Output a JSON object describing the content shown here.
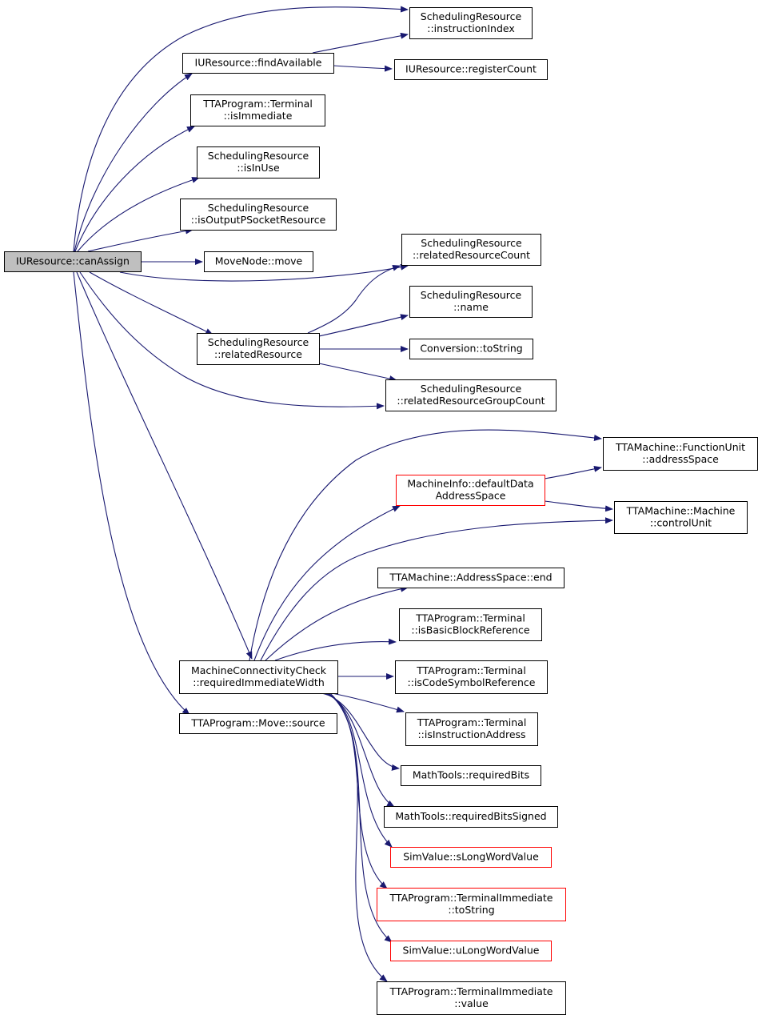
{
  "colors": {
    "edge": "#191970",
    "node_border": "#000000",
    "node_border_truncated": "#ff0000",
    "root_fill": "#bfbfbf",
    "node_fill": "#ffffff"
  },
  "nodes": [
    {
      "id": "can_assign",
      "lines": [
        "IUResource::canAssign"
      ],
      "style": "root"
    },
    {
      "id": "instruction_index",
      "lines": [
        "SchedulingResource",
        "::instructionIndex"
      ],
      "style": "normal"
    },
    {
      "id": "find_available",
      "lines": [
        "IUResource::findAvailable"
      ],
      "style": "normal"
    },
    {
      "id": "register_count",
      "lines": [
        "IUResource::registerCount"
      ],
      "style": "normal"
    },
    {
      "id": "is_immediate",
      "lines": [
        "TTAProgram::Terminal",
        "::isImmediate"
      ],
      "style": "normal"
    },
    {
      "id": "is_in_use",
      "lines": [
        "SchedulingResource",
        "::isInUse"
      ],
      "style": "normal"
    },
    {
      "id": "is_output_psocket",
      "lines": [
        "SchedulingResource",
        "::isOutputPSocketResource"
      ],
      "style": "normal"
    },
    {
      "id": "move_node_move",
      "lines": [
        "MoveNode::move"
      ],
      "style": "normal"
    },
    {
      "id": "related_resource_count",
      "lines": [
        "SchedulingResource",
        "::relatedResourceCount"
      ],
      "style": "normal"
    },
    {
      "id": "sr_name",
      "lines": [
        "SchedulingResource",
        "::name"
      ],
      "style": "normal"
    },
    {
      "id": "related_resource",
      "lines": [
        "SchedulingResource",
        "::relatedResource"
      ],
      "style": "normal"
    },
    {
      "id": "conversion_to_string",
      "lines": [
        "Conversion::toString"
      ],
      "style": "normal"
    },
    {
      "id": "related_resource_group_count",
      "lines": [
        "SchedulingResource",
        "::relatedResourceGroupCount"
      ],
      "style": "normal"
    },
    {
      "id": "fu_address_space",
      "lines": [
        "TTAMachine::FunctionUnit",
        "::addressSpace"
      ],
      "style": "normal"
    },
    {
      "id": "default_data_address_space",
      "lines": [
        "MachineInfo::defaultData",
        "AddressSpace"
      ],
      "style": "truncated"
    },
    {
      "id": "control_unit",
      "lines": [
        "TTAMachine::Machine",
        "::controlUnit"
      ],
      "style": "normal"
    },
    {
      "id": "address_space_end",
      "lines": [
        "TTAMachine::AddressSpace::end"
      ],
      "style": "normal"
    },
    {
      "id": "is_basic_block_reference",
      "lines": [
        "TTAProgram::Terminal",
        "::isBasicBlockReference"
      ],
      "style": "normal"
    },
    {
      "id": "required_immediate_width",
      "lines": [
        "MachineConnectivityCheck",
        "::requiredImmediateWidth"
      ],
      "style": "normal"
    },
    {
      "id": "is_code_symbol_reference",
      "lines": [
        "TTAProgram::Terminal",
        "::isCodeSymbolReference"
      ],
      "style": "normal"
    },
    {
      "id": "move_source",
      "lines": [
        "TTAProgram::Move::source"
      ],
      "style": "normal"
    },
    {
      "id": "is_instruction_address",
      "lines": [
        "TTAProgram::Terminal",
        "::isInstructionAddress"
      ],
      "style": "normal"
    },
    {
      "id": "required_bits",
      "lines": [
        "MathTools::requiredBits"
      ],
      "style": "normal"
    },
    {
      "id": "required_bits_signed",
      "lines": [
        "MathTools::requiredBitsSigned"
      ],
      "style": "normal"
    },
    {
      "id": "s_long_word_value",
      "lines": [
        "SimValue::sLongWordValue"
      ],
      "style": "truncated"
    },
    {
      "id": "ti_to_string",
      "lines": [
        "TTAProgram::TerminalImmediate",
        "::toString"
      ],
      "style": "truncated"
    },
    {
      "id": "u_long_word_value",
      "lines": [
        "SimValue::uLongWordValue"
      ],
      "style": "truncated"
    },
    {
      "id": "ti_value",
      "lines": [
        "TTAProgram::TerminalImmediate",
        "::value"
      ],
      "style": "normal"
    }
  ],
  "edges": [
    {
      "from": "can_assign",
      "to": "instruction_index"
    },
    {
      "from": "can_assign",
      "to": "find_available"
    },
    {
      "from": "can_assign",
      "to": "is_immediate"
    },
    {
      "from": "can_assign",
      "to": "is_in_use"
    },
    {
      "from": "can_assign",
      "to": "is_output_psocket"
    },
    {
      "from": "can_assign",
      "to": "move_node_move"
    },
    {
      "from": "can_assign",
      "to": "related_resource_count"
    },
    {
      "from": "can_assign",
      "to": "related_resource"
    },
    {
      "from": "can_assign",
      "to": "related_resource_group_count"
    },
    {
      "from": "can_assign",
      "to": "required_immediate_width"
    },
    {
      "from": "can_assign",
      "to": "move_source"
    },
    {
      "from": "find_available",
      "to": "instruction_index"
    },
    {
      "from": "find_available",
      "to": "register_count"
    },
    {
      "from": "related_resource",
      "to": "related_resource_count"
    },
    {
      "from": "related_resource",
      "to": "sr_name"
    },
    {
      "from": "related_resource",
      "to": "conversion_to_string"
    },
    {
      "from": "related_resource",
      "to": "related_resource_group_count"
    },
    {
      "from": "default_data_address_space",
      "to": "fu_address_space"
    },
    {
      "from": "default_data_address_space",
      "to": "control_unit"
    },
    {
      "from": "required_immediate_width",
      "to": "fu_address_space"
    },
    {
      "from": "required_immediate_width",
      "to": "default_data_address_space"
    },
    {
      "from": "required_immediate_width",
      "to": "control_unit"
    },
    {
      "from": "required_immediate_width",
      "to": "address_space_end"
    },
    {
      "from": "required_immediate_width",
      "to": "is_basic_block_reference"
    },
    {
      "from": "required_immediate_width",
      "to": "is_code_symbol_reference"
    },
    {
      "from": "required_immediate_width",
      "to": "is_instruction_address"
    },
    {
      "from": "required_immediate_width",
      "to": "required_bits"
    },
    {
      "from": "required_immediate_width",
      "to": "required_bits_signed"
    },
    {
      "from": "required_immediate_width",
      "to": "s_long_word_value"
    },
    {
      "from": "required_immediate_width",
      "to": "ti_to_string"
    },
    {
      "from": "required_immediate_width",
      "to": "u_long_word_value"
    },
    {
      "from": "required_immediate_width",
      "to": "ti_value"
    }
  ]
}
